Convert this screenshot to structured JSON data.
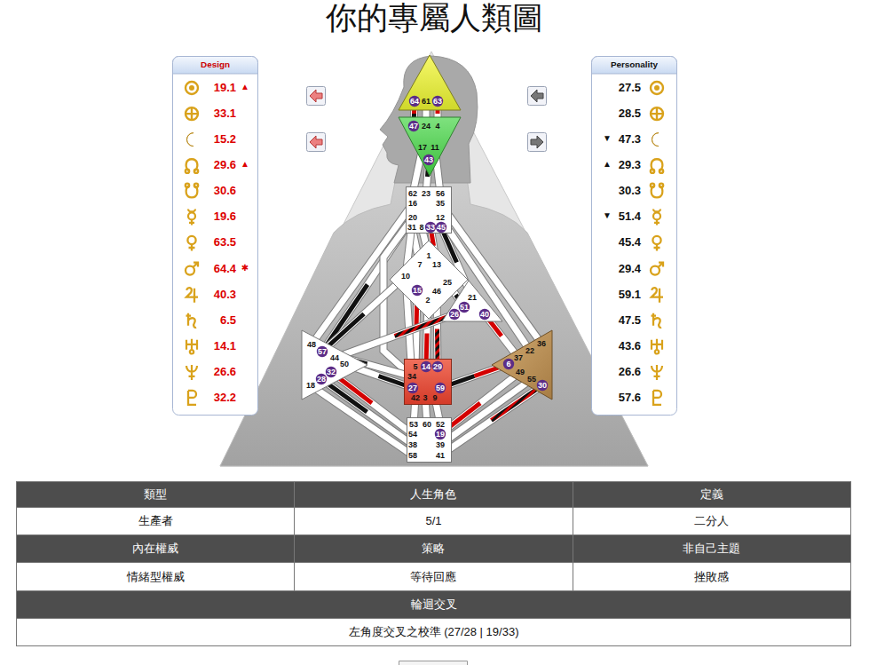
{
  "diagram": {
    "title": "你的專屬人類圖",
    "nodes": [
      {
        "text": [
          "Design",
          "19.1",
          "▲",
          "33.1",
          "15.2",
          "29.6",
          "▲",
          "30.6",
          "19.6",
          "63.5",
          "64.4",
          "✱",
          "40.3",
          "6.5",
          "14.1",
          "26.6",
          "32.2"
        ]
      },
      {
        "text": [
          "64",
          "61",
          "63"
        ]
      },
      {
        "text": [
          "47",
          "24",
          "4",
          "17",
          "11",
          "43"
        ]
      },
      {
        "text": [
          "62",
          "23",
          "56",
          "16",
          "35",
          "20",
          "12",
          "31",
          "8",
          "33",
          "45"
        ]
      },
      {
        "text": [
          "1",
          "7",
          "13",
          "10",
          "25",
          "46",
          "15",
          "2"
        ]
      },
      {
        "text": [
          "21",
          "51",
          "26",
          "40"
        ]
      },
      {
        "text": [
          "48",
          "57",
          "44",
          "50",
          "32",
          "28",
          "18"
        ]
      },
      {
        "text": [
          "5",
          "14",
          "29",
          "34",
          "27",
          "59",
          "42",
          "3",
          "9"
        ]
      },
      {
        "text": [
          "36",
          "22",
          "37",
          "6",
          "49",
          "55",
          "30"
        ]
      },
      {
        "text": [
          "53",
          "60",
          "52",
          "54",
          "19",
          "38",
          "39",
          "58",
          "41"
        ]
      },
      {
        "text": [
          "Personality",
          "27.5",
          "28.5",
          "▼",
          "47.3",
          "▲",
          "29.3",
          "30.3",
          "▼",
          "51.4",
          "45.4",
          "29.4",
          "59.1",
          "47.5",
          "43.6",
          "26.6",
          "57.6"
        ]
      }
    ],
    "edges": [
      {
        "from": 1,
        "to": 2,
        "arrow": "none"
      },
      {
        "from": 1,
        "to": 2,
        "arrow": "none"
      },
      {
        "from": 1,
        "to": 2,
        "arrow": "none"
      },
      {
        "from": 2,
        "to": 3,
        "arrow": "none"
      },
      {
        "from": 2,
        "to": 3,
        "arrow": "none"
      },
      {
        "from": 2,
        "to": 3,
        "arrow": "none"
      },
      {
        "from": 3,
        "to": 4,
        "arrow": "none"
      },
      {
        "from": 3,
        "to": 4,
        "arrow": "none"
      },
      {
        "from": 3,
        "to": 4,
        "arrow": "none"
      },
      {
        "from": 3,
        "to": 4,
        "arrow": "none"
      },
      {
        "from": 3,
        "to": 5,
        "arrow": "none"
      },
      {
        "from": 3,
        "to": 6,
        "arrow": "none"
      },
      {
        "from": 3,
        "to": 6,
        "arrow": "none"
      },
      {
        "from": 3,
        "to": 7,
        "arrow": "none"
      },
      {
        "from": 3,
        "to": 8,
        "arrow": "none"
      },
      {
        "from": 3,
        "to": 8,
        "arrow": "none"
      },
      {
        "from": 4,
        "to": 5,
        "arrow": "none"
      },
      {
        "from": 4,
        "to": 6,
        "arrow": "none"
      },
      {
        "from": 4,
        "to": 7,
        "arrow": "none"
      },
      {
        "from": 4,
        "to": 7,
        "arrow": "none"
      },
      {
        "from": 4,
        "to": 7,
        "arrow": "none"
      },
      {
        "from": 4,
        "to": 7,
        "arrow": "none"
      },
      {
        "from": 5,
        "to": 6,
        "arrow": "none"
      },
      {
        "from": 5,
        "to": 8,
        "arrow": "none"
      },
      {
        "from": 6,
        "to": 7,
        "arrow": "none"
      },
      {
        "from": 6,
        "to": 7,
        "arrow": "none"
      },
      {
        "from": 6,
        "to": 9,
        "arrow": "none"
      },
      {
        "from": 6,
        "to": 9,
        "arrow": "none"
      },
      {
        "from": 6,
        "to": 9,
        "arrow": "none"
      },
      {
        "from": 7,
        "to": 8,
        "arrow": "none"
      },
      {
        "from": 7,
        "to": 9,
        "arrow": "none"
      },
      {
        "from": 7,
        "to": 9,
        "arrow": "none"
      },
      {
        "from": 7,
        "to": 9,
        "arrow": "none"
      },
      {
        "from": 8,
        "to": 9,
        "arrow": "none"
      },
      {
        "from": 8,
        "to": 9,
        "arrow": "none"
      },
      {
        "from": 8,
        "to": 9,
        "arrow": "none"
      }
    ],
    "labels": [
      "類型",
      "人生角色",
      "定義",
      "生產者",
      "5/1",
      "二分人",
      "內在權威",
      "策略",
      "非自己主題",
      "情緒型權威",
      "等待回應",
      "挫敗感",
      "輪迴交叉",
      "左角度交叉之校準 (27/28 | 19/33)"
    ]
  }
}
